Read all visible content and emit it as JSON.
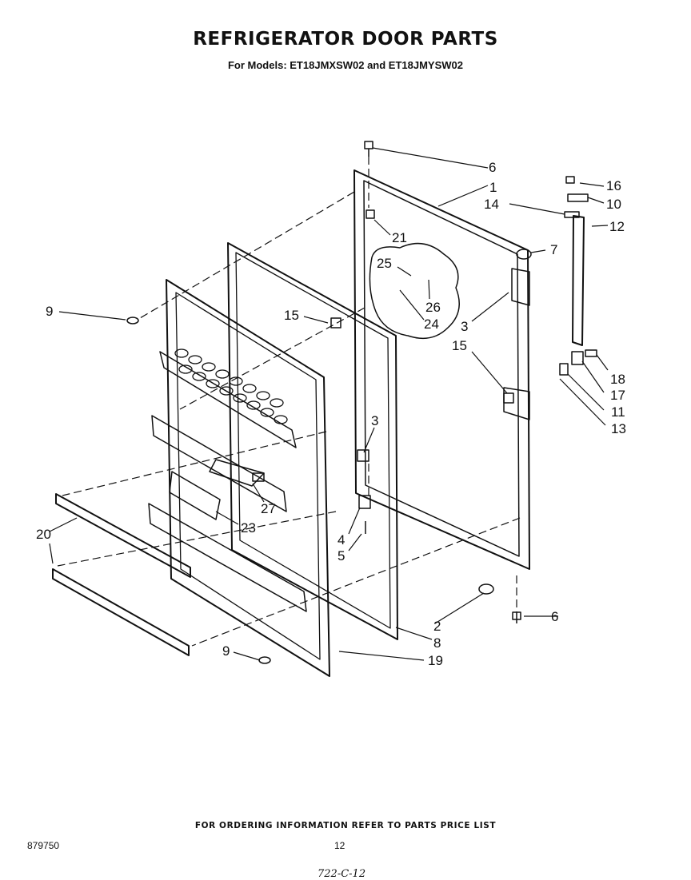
{
  "header": {
    "title": "REFRIGERATOR DOOR PARTS",
    "subtitle": "For Models: ET18JMXSW02  and ET18JMYSW02"
  },
  "callouts": [
    "6",
    "1",
    "16",
    "10",
    "14",
    "12",
    "21",
    "7",
    "25",
    "26",
    "24",
    "3",
    "9",
    "15",
    "15",
    "18",
    "17",
    "11",
    "13",
    "3",
    "27",
    "20",
    "23",
    "4",
    "5",
    "2",
    "6",
    "8",
    "9",
    "19"
  ],
  "footer": {
    "ordering_note": "FOR ORDERING INFORMATION REFER TO PARTS PRICE LIST",
    "part_number": "879750",
    "page_number": "12",
    "handwritten_code": "722-C-12"
  }
}
